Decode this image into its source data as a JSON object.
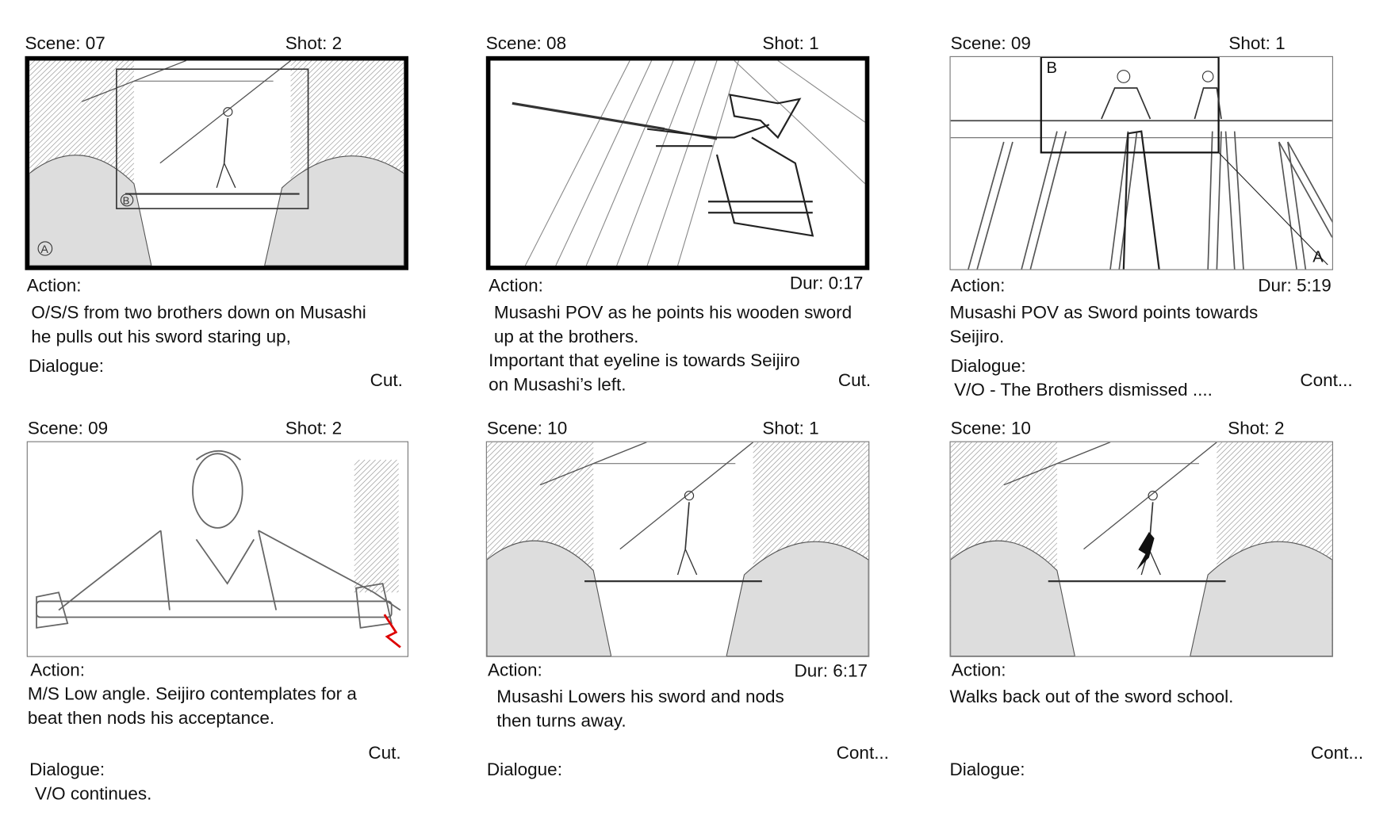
{
  "panels": [
    {
      "scene": "Scene: 07",
      "shot": "Shot: 2",
      "action_label": "Action:",
      "dur": "",
      "action": [
        "O/S/S from two brothers down on Musashi",
        "he pulls out his sword staring up,"
      ],
      "dialogue_label": "Dialogue:",
      "dialogue": "",
      "transition": "Cut.",
      "frame_marks": [
        "B",
        "A"
      ]
    },
    {
      "scene": "Scene: 08",
      "shot": "Shot: 1",
      "action_label": "Action:",
      "dur": "Dur: 0:17",
      "action": [
        "Musashi POV as he points his wooden sword",
        "up at the brothers.",
        "Important that eyeline is towards Seijiro",
        "on Musashi’s left."
      ],
      "dialogue_label": "",
      "dialogue": "",
      "transition": "Cut.",
      "frame_marks": []
    },
    {
      "scene": "Scene:  09",
      "shot": "Shot:  1",
      "action_label": "Action:",
      "dur": "Dur: 5:19",
      "action": [
        "Musashi POV as Sword points towards",
        "Seijiro."
      ],
      "dialogue_label": "Dialogue:",
      "dialogue": "V/O - The Brothers dismissed ....",
      "transition": "Cont...",
      "frame_marks": [
        "B",
        "A"
      ]
    },
    {
      "scene": "Scene:  09",
      "shot": "Shot: 2",
      "action_label": "Action:",
      "dur": "",
      "action": [
        "M/S Low angle. Seijiro contemplates for a",
        "beat then nods his acceptance."
      ],
      "dialogue_label": "Dialogue:",
      "dialogue": "V/O continues.",
      "transition": "Cut.",
      "frame_marks": []
    },
    {
      "scene": "Scene:  10",
      "shot": "Shot:  1",
      "action_label": "Action:",
      "dur": "Dur:  6:17",
      "action": [
        "Musashi Lowers his sword and nods",
        "then turns away."
      ],
      "dialogue_label": "Dialogue:",
      "dialogue": "",
      "transition": "Cont...",
      "frame_marks": []
    },
    {
      "scene": "Scene:  10",
      "shot": "Shot:  2",
      "action_label": "Action:",
      "dur": "",
      "action": [
        "Walks back out of the sword school."
      ],
      "dialogue_label": "Dialogue:",
      "dialogue": "",
      "transition": "Cont...",
      "frame_marks": []
    }
  ]
}
